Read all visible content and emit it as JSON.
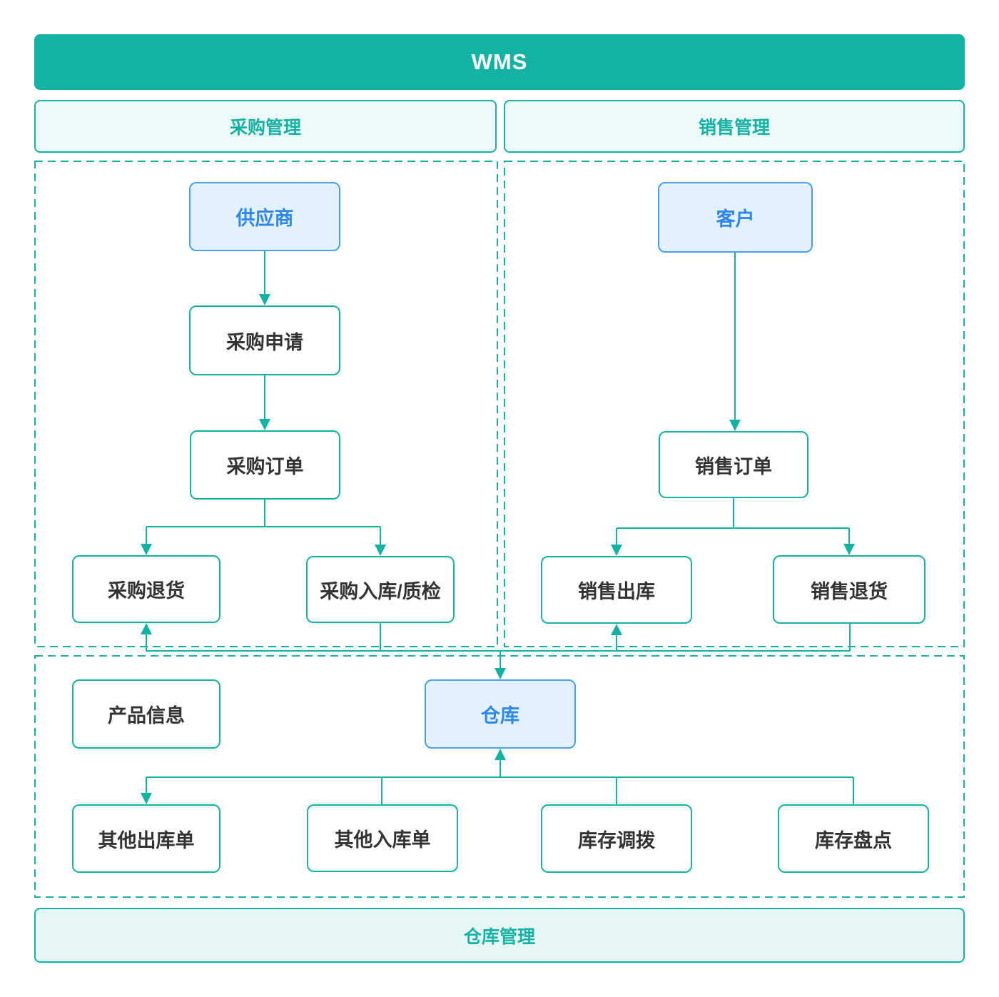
{
  "header": {
    "title": "WMS"
  },
  "sections": {
    "purchase": {
      "label": "采购管理"
    },
    "sales": {
      "label": "销售管理"
    },
    "warehouse": {
      "label": "仓库管理"
    }
  },
  "nodes": {
    "supplier": {
      "label": "供应商",
      "type": "entity"
    },
    "purchase_request": {
      "label": "采购申请",
      "type": "process"
    },
    "purchase_order": {
      "label": "采购订单",
      "type": "process"
    },
    "purchase_return": {
      "label": "采购退货",
      "type": "process"
    },
    "purchase_inbound": {
      "label": "采购入库/质检",
      "type": "process"
    },
    "customer": {
      "label": "客户",
      "type": "entity"
    },
    "sales_order": {
      "label": "销售订单",
      "type": "process"
    },
    "sales_outbound": {
      "label": "销售出库",
      "type": "process"
    },
    "sales_return": {
      "label": "销售退货",
      "type": "process"
    },
    "product_info": {
      "label": "产品信息",
      "type": "process"
    },
    "warehouse": {
      "label": "仓库",
      "type": "entity"
    },
    "other_outbound": {
      "label": "其他出库单",
      "type": "process"
    },
    "other_inbound": {
      "label": "其他入库单",
      "type": "process"
    },
    "stock_transfer": {
      "label": "库存调拨",
      "type": "process"
    },
    "stock_count": {
      "label": "库存盘点",
      "type": "process"
    }
  },
  "edges": [
    "供应商 → 采购申请",
    "采购申请 → 采购订单",
    "采购订单 → 采购退货",
    "采购订单 → 采购入库/质检",
    "客户 → 销售订单",
    "销售订单 → 销售出库",
    "销售订单 → 销售退货",
    "采购入库/质检 → 仓库",
    "销售退货 → 仓库",
    "仓库 → 采购退货",
    "仓库 → 销售出库",
    "其他入库单 → 仓库",
    "库存调拨 → 仓库",
    "库存盘点 → 仓库",
    "仓库 → 其他出库单"
  ],
  "colors": {
    "teal": "#14b2a3",
    "teal_bg": "#ecf9f8",
    "teal_bg_2": "#e7f7f5",
    "blue_border": "#4a9ff0",
    "blue_bg": "#e2f1fd",
    "blue_text": "#2d87ee",
    "node_text": "#333333"
  }
}
